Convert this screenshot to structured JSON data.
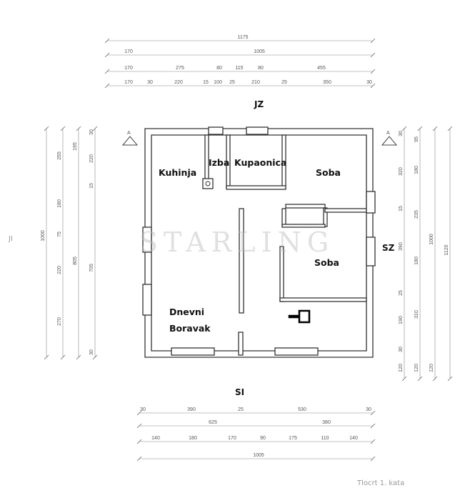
{
  "rooms": {
    "kuhinja": "Kuhinja",
    "izba": "Izba",
    "kupaonica": "Kupaonica",
    "soba_1": "Soba",
    "soba_2": "Soba",
    "dnevni_1": "Dnevni",
    "dnevni_2": "Boravak"
  },
  "orientation": {
    "top": "JZ",
    "left": "JI",
    "right": "SZ",
    "bottom": "SI"
  },
  "section_marker": "A",
  "watermark": "STARLING",
  "caption": "Tlocrt 1. kata",
  "dimensions": {
    "top": [
      [
        "1175"
      ],
      [
        "170",
        "1005"
      ],
      [
        "170",
        "275",
        "80",
        "115",
        "80",
        "455"
      ],
      [
        "170",
        "30",
        "220",
        "15",
        "100",
        "25",
        "210",
        "25",
        "350",
        "30"
      ]
    ],
    "bottom": [
      [
        "30",
        "390",
        "25",
        "530",
        "30"
      ],
      [
        "625",
        "380"
      ],
      [
        "140",
        "180",
        "170",
        "90",
        "175",
        "110",
        "140"
      ],
      [
        "1005"
      ]
    ],
    "left": [
      [
        "1000"
      ],
      [
        "255",
        "180",
        "75",
        "220",
        "270"
      ],
      [
        "195",
        "805"
      ],
      [
        "30",
        "220",
        "15",
        "705",
        "30"
      ]
    ],
    "right": [
      [
        "30",
        "320",
        "15",
        "390",
        "25",
        "190",
        "30",
        "120"
      ],
      [
        "95",
        "180",
        "235",
        "180",
        "310",
        "120"
      ],
      [
        "1000",
        "120"
      ],
      [
        "1120"
      ]
    ]
  },
  "colors": {
    "wall": "#333333",
    "dimension": "#888888"
  }
}
